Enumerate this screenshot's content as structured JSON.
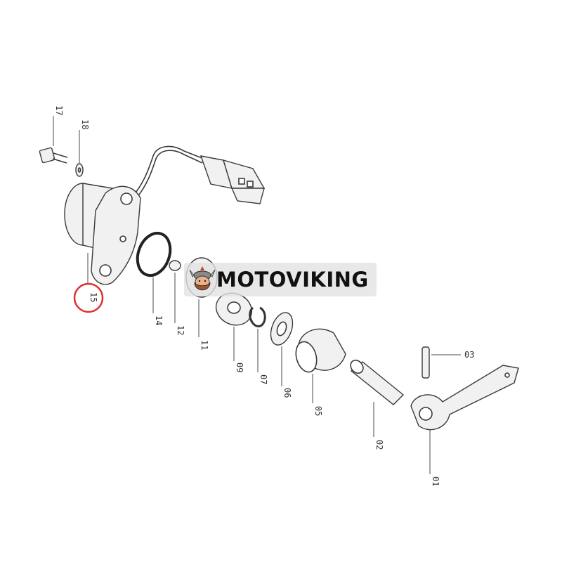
{
  "diagram": {
    "watermark_text": "MOTOVIKING",
    "highlight_color": "#e03030",
    "highlighted_part": "15",
    "labels": {
      "p17": "17",
      "p18": "18",
      "p15": "15",
      "p14": "14",
      "p12": "12",
      "p11": "11",
      "p09": "09",
      "p07": "07",
      "p06": "06",
      "p05": "05",
      "p03": "03",
      "p02": "02",
      "p01": "01"
    }
  }
}
